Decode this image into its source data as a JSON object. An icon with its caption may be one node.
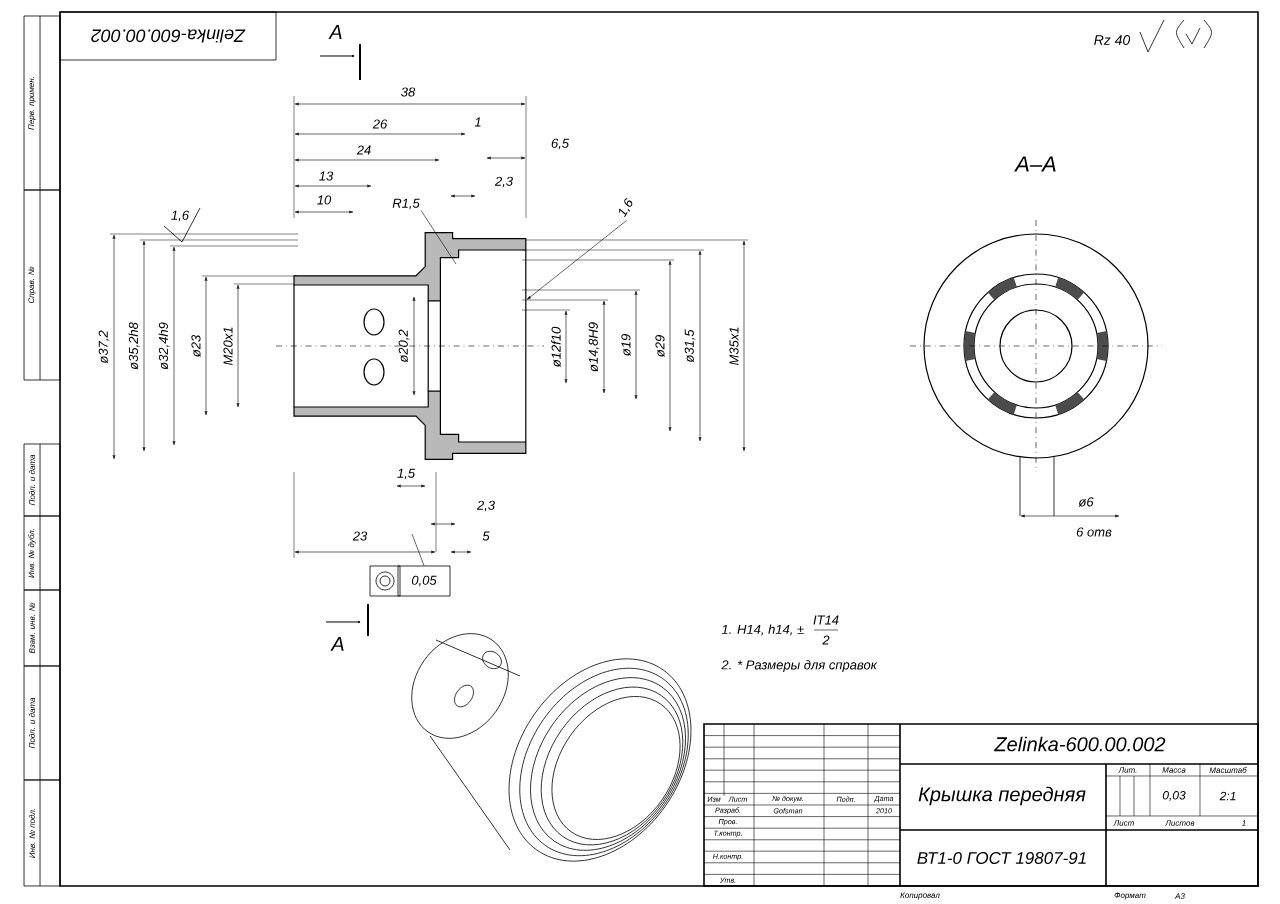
{
  "diagram": {
    "nodes": [
      {
        "text": [
          "R1,5"
        ]
      },
      {
        "text": [
          "0,05"
        ]
      },
      {
        "text": [
          "1,6"
        ]
      },
      {
        "text": [],
        "shape": "picture"
      }
    ],
    "edges": [
      {
        "from": 0,
        "to": 3,
        "arrow": "none"
      },
      {
        "from": 1,
        "to": null,
        "arrow": "none"
      },
      {
        "from": 2,
        "to": 3,
        "arrow": "to"
      }
    ],
    "labels": [
      "Zelinka-600.00.002",
      "A",
      "Rz 40",
      "38",
      "26",
      "1",
      "6,5",
      "24",
      "2,3",
      "13",
      "10",
      "1,6",
      "A–A",
      "ø37,2",
      "ø35,2h8",
      "ø32,4h9",
      "ø23",
      "M20x1",
      "ø20,2",
      "ø12f10",
      "ø14,8H9",
      "ø19",
      "ø29",
      "ø31,5",
      "M35x1",
      "1,5",
      "2,3",
      "23",
      "5",
      "ø6",
      "6 отв",
      "A",
      "1. H14, h14, ±",
      "IT14",
      "2",
      "2. * Размеры для справок",
      "Перв. примен.",
      "Справ. №",
      "Подп. и дата",
      "Инв. № дубл.",
      "Взам. инв. №",
      "Подп. и дата",
      "Инв. № подл.",
      "Zelinka-600.00.002",
      "Изм",
      "Лист",
      "№ докум.",
      "Подп.",
      "Дата",
      "Разраб.",
      "Gofsman",
      "2010",
      "Пров.",
      "Т.контр.",
      "Н.контр.",
      "Утв.",
      "Крышка передняя",
      "Лит.",
      "Масса",
      "Масштаб",
      "0,03",
      "2:1",
      "Лист",
      "Листов",
      "1",
      "ВТ1-0  ГОСТ 19807-91",
      "Копировал",
      "Формат",
      "A3"
    ]
  }
}
